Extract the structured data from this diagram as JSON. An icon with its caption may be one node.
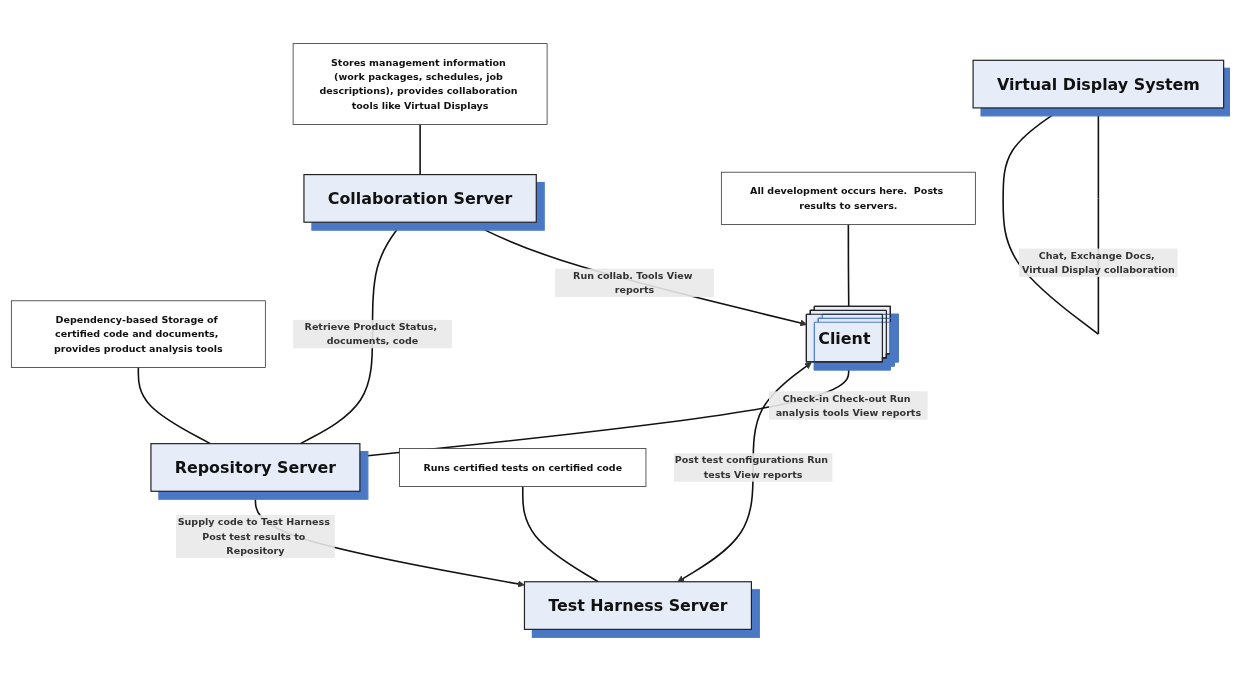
{
  "diagram": {
    "nodes": [
      {
        "text": [
          "Stores management information (work packages, schedules, job descriptions), provides collaboration tools like Virtual Displays"
        ]
      },
      {
        "text": [
          "Virtual Display System"
        ]
      },
      {
        "text": [
          "Collaboration Server"
        ]
      },
      {
        "text": [
          "Dependency-based Storage of certified code and documents, provides product analysis tools"
        ]
      },
      {
        "text": [
          "Repository Server"
        ]
      },
      {
        "text": [
          "Client"
        ]
      },
      {
        "text": [
          "All development occurs here.  Posts results to servers."
        ]
      },
      {
        "text": [
          "Runs certified tests on certified code"
        ]
      },
      {
        "text": [
          "Test Harness Server"
        ]
      }
    ],
    "edges": [
      {
        "from": 1,
        "to": 1,
        "arrow": "to",
        "label": "Chat, Exchange Docs, Virtual Display collaboration"
      },
      {
        "from": 4,
        "to": 2,
        "arrow": "to",
        "label": "Retrieve Product Status, documents, code"
      },
      {
        "from": 2,
        "to": 5,
        "arrow": "both",
        "label": "Run collab. Tools View reports"
      },
      {
        "from": 5,
        "to": 4,
        "arrow": "both",
        "label": "Check-in Check-out Run analysis tools View reports"
      },
      {
        "from": 4,
        "to": 8,
        "arrow": "both",
        "label": "Supply code to Test Harness Post test results to Repository"
      },
      {
        "from": 5,
        "to": 8,
        "arrow": "both",
        "label": "Post test configurations Run tests View reports"
      },
      {
        "from": 0,
        "to": 2,
        "arrow": "none"
      },
      {
        "from": 3,
        "to": 4,
        "arrow": "none"
      },
      {
        "from": 6,
        "to": 5,
        "arrow": "none"
      },
      {
        "from": 7,
        "to": 8,
        "arrow": "none"
      }
    ]
  }
}
